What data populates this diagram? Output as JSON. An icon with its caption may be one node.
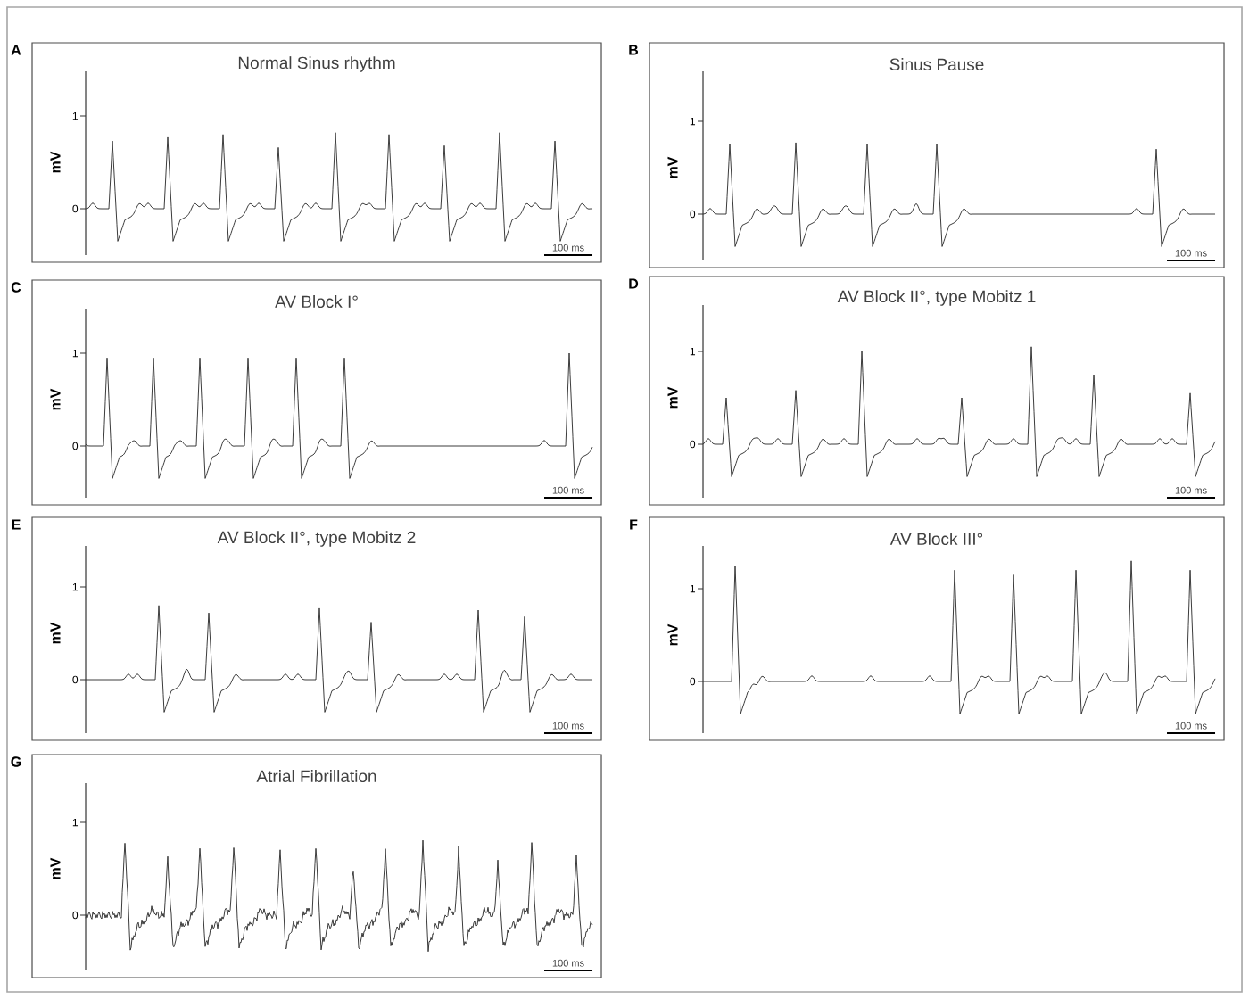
{
  "diagram": {
    "nodes": [
      {
        "text": [
          "A",
          "Normal Sinus rhythm",
          "1",
          "0",
          "mV",
          "100 ms"
        ]
      },
      {
        "text": [
          "B",
          "Sinus Pause",
          "1",
          "0",
          "mV",
          "100 ms"
        ]
      },
      {
        "text": [
          "C",
          "AV Block I°",
          "1",
          "0",
          "mV",
          "100 ms"
        ]
      },
      {
        "text": [
          "D",
          "AV Block II°, type Mobitz 1",
          "1",
          "0",
          "mV",
          "100 ms"
        ]
      },
      {
        "text": [
          "E",
          "AV Block II°, type Mobitz 2",
          "1",
          "0",
          "mV",
          "100 ms"
        ]
      },
      {
        "text": [
          "F",
          "AV Block III°",
          "1",
          "0",
          "mV",
          "100 ms"
        ]
      },
      {
        "text": [
          "G",
          "Atrial Fibrillation",
          "1",
          "0",
          "mV",
          "100 ms"
        ]
      }
    ]
  }
}
